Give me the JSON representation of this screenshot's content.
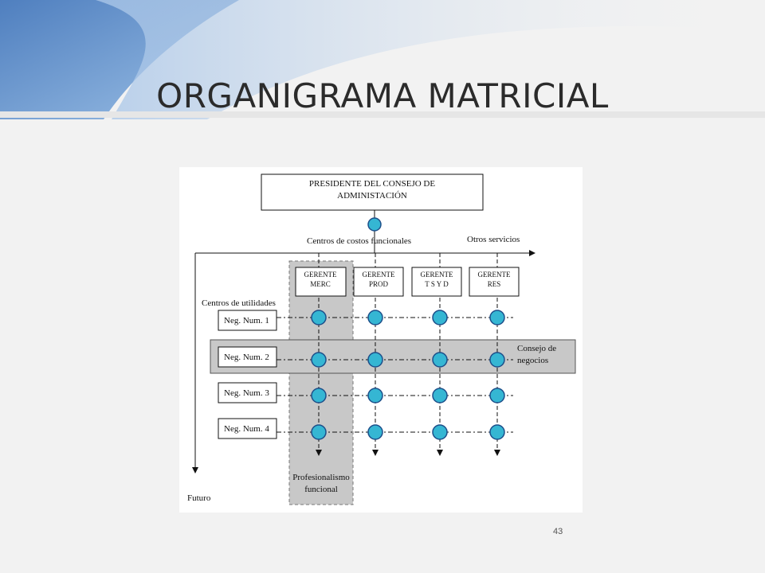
{
  "slide": {
    "title": "ORGANIGRAMA MATRICIAL",
    "page_number": "43"
  },
  "diagram": {
    "president_line1": "PRESIDENTE DEL CONSEJO DE",
    "president_line2": "ADMINISTACIÓN",
    "functional_cost_centers": "Centros de costos funcionales",
    "other_services": "Otros servicios",
    "profit_centers": "Centros de utilidades",
    "future": "Futuro",
    "managers": [
      {
        "line1": "GERENTE",
        "line2": "MERC"
      },
      {
        "line1": "GERENTE",
        "line2": "PROD"
      },
      {
        "line1": "GERENTE",
        "line2": "T S Y D"
      },
      {
        "line1": "GERENTE",
        "line2": "RES"
      }
    ],
    "businesses": [
      "Neg. Num. 1",
      "Neg. Num. 2",
      "Neg. Num. 3",
      "Neg. Num. 4"
    ],
    "business_council_line1": "Consejo de",
    "business_council_line2": "negocios",
    "functional_professionalism_line1": "Profesionalismo",
    "functional_professionalism_line2": "funcional"
  },
  "colors": {
    "node_fill": "#35b6d3",
    "node_stroke": "#1d4f8a",
    "band_fill": "#c8c8c8",
    "accent_blue": "#5b8fc9"
  }
}
